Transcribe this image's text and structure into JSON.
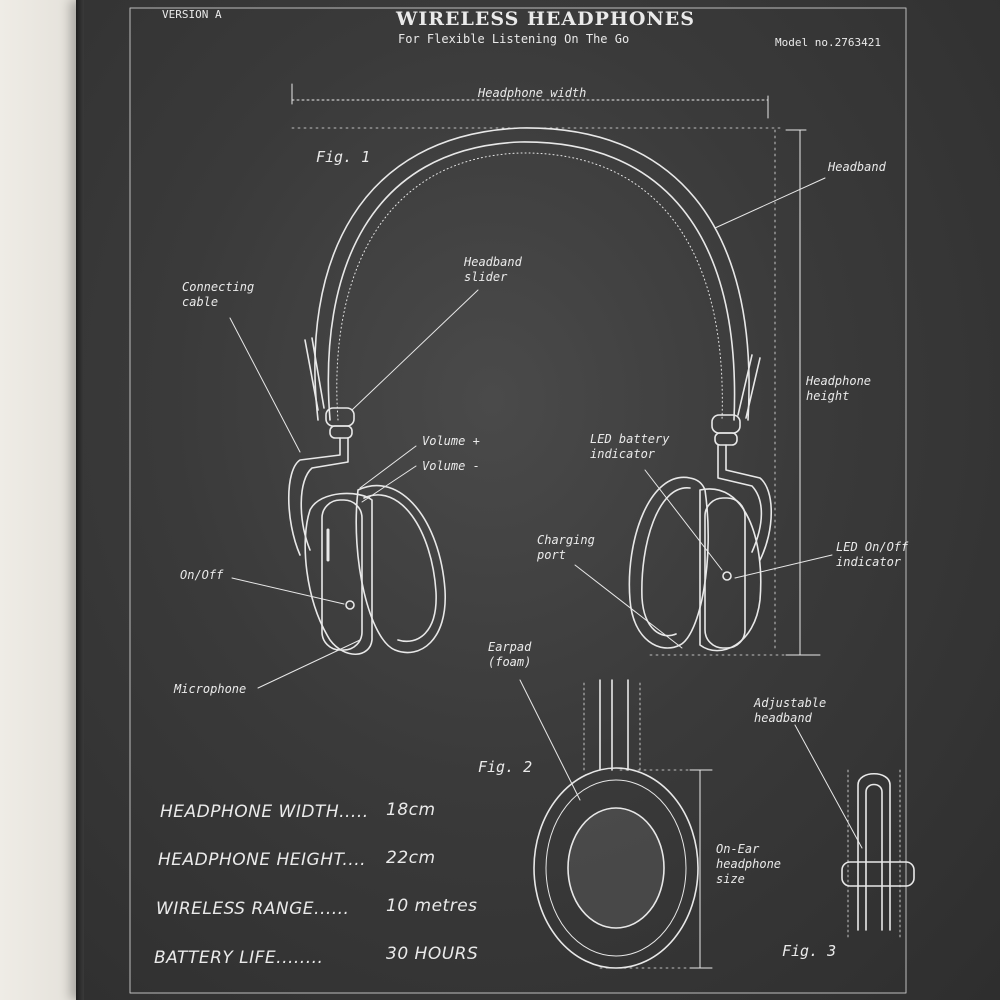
{
  "header": {
    "version": "VERSION A",
    "title": "WIRELESS HEADPHONES",
    "subtitle": "For Flexible Listening On The Go",
    "model": "Model no.2763421"
  },
  "dimensions": {
    "width_label": "Headphone width",
    "height_label": "Headphone\nheight"
  },
  "figures": {
    "fig1": "Fig. 1",
    "fig2": "Fig. 2",
    "fig3": "Fig. 3"
  },
  "callouts": {
    "headband": "Headband",
    "headband_slider": "Headband\nslider",
    "connecting_cable": "Connecting\ncable",
    "volume_up": "Volume +",
    "volume_down": "Volume -",
    "led_battery": "LED battery\nindicator",
    "charging_port": "Charging\nport",
    "led_onoff": "LED On/Off\nindicator",
    "on_off": "On/Off",
    "microphone": "Microphone",
    "earpad": "Earpad\n(foam)",
    "adjustable_headband": "Adjustable\nheadband",
    "on_ear_size": "On-Ear\nheadphone\nsize"
  },
  "specs": [
    {
      "label": "HEADPHONE WIDTH.....",
      "value": "18cm"
    },
    {
      "label": "HEADPHONE HEIGHT....",
      "value": "22cm"
    },
    {
      "label": "WIRELESS RANGE......",
      "value": "10 metres"
    },
    {
      "label": "BATTERY LIFE........",
      "value": "30 HOURS"
    }
  ],
  "colors": {
    "wall": "#e9e6df",
    "board": "#3a3a3a",
    "ink": "#eaeaea"
  }
}
